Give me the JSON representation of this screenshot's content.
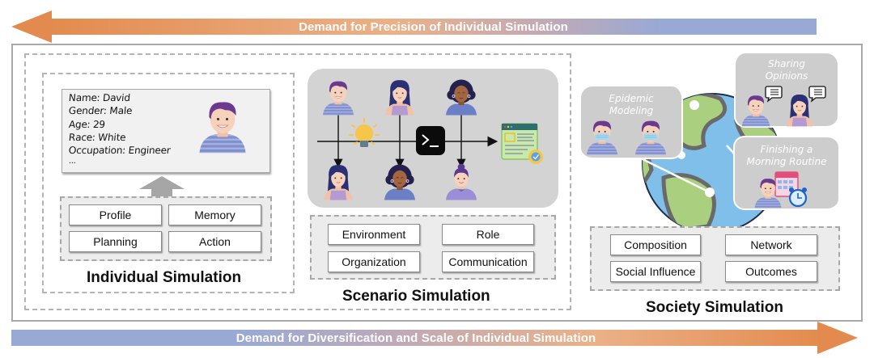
{
  "arrows": {
    "top": {
      "label": "Demand for Precision of Individual Simulation",
      "direction": "left"
    },
    "bottom": {
      "label": "Demand for Diversification and Scale of Individual Simulation",
      "direction": "right"
    }
  },
  "colors": {
    "arrow_orange": "#e38b4e",
    "arrow_blue": "#98a9d6",
    "panel_gray": "#d3d3d3",
    "frame_gray": "#a8a8a8",
    "shirt_blue": "#7f8fcf",
    "hair_purple": "#6b3a8e"
  },
  "individual": {
    "title": "Individual Simulation",
    "profile": [
      "Name: David",
      "Gender: Male",
      "Age: 29",
      "Race: White",
      "Occupation: Engineer",
      "..."
    ],
    "modules": [
      "Profile",
      "Memory",
      "Planning",
      "Action"
    ]
  },
  "scenario": {
    "title": "Scenario Simulation",
    "icons": [
      "agent-avatar",
      "lightbulb-icon",
      "terminal-icon",
      "code-window-icon"
    ],
    "terminal_glyph": ">_",
    "modules": [
      "Environment",
      "Role",
      "Organization",
      "Communication"
    ]
  },
  "society": {
    "title": "Society Simulation",
    "cards": [
      {
        "label_lines": [
          "Epidemic",
          "Modeling"
        ]
      },
      {
        "label_lines": [
          "Sharing",
          "Opinions"
        ]
      },
      {
        "label_lines": [
          "Finishing a",
          "Morning Routine"
        ]
      }
    ],
    "modules": [
      "Composition",
      "Network",
      "Social Influence",
      "Outcomes"
    ]
  }
}
